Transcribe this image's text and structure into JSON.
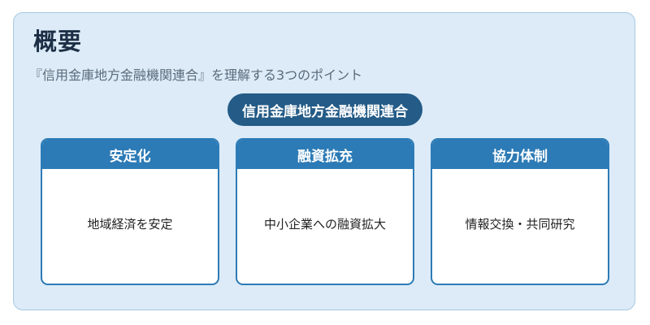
{
  "title": "概要",
  "subtitle": "『信用金庫地方金融機関連合』を理解する3つのポイント",
  "center_label": "信用金庫地方金融機関連合",
  "cards": [
    {
      "header": "安定化",
      "body": "地域経済を安定"
    },
    {
      "header": "融資拡充",
      "body": "中小企業への融資拡大"
    },
    {
      "header": "協力体制",
      "body": "情報交換・共同研究"
    }
  ],
  "colors": {
    "panel_bg": "#dcebf7",
    "accent": "#2c7bb6",
    "pill": "#245b87",
    "title_text": "#1c2f45"
  }
}
